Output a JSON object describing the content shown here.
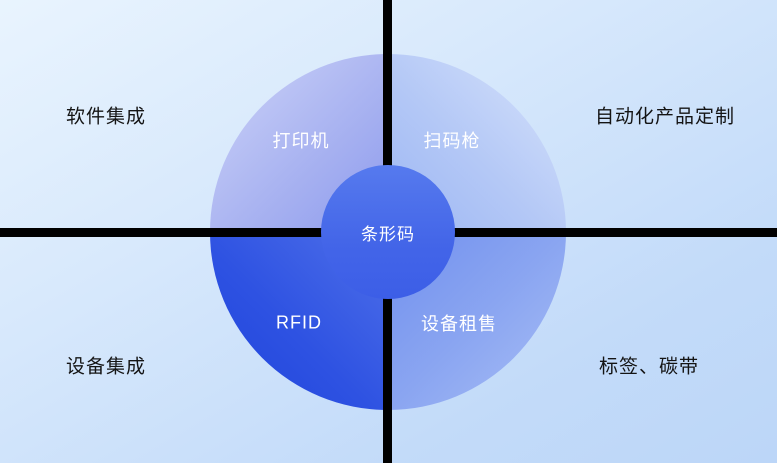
{
  "diagram": {
    "title": "barcode-business-quadrant-diagram",
    "center": {
      "label": "条形码",
      "color": "#4365e8",
      "text_color": "#ffffff"
    },
    "segments": [
      {
        "position": "top-left",
        "label": "打印机",
        "color": "#aab4f1"
      },
      {
        "position": "top-right",
        "label": "扫码枪",
        "color": "#b4c8f6"
      },
      {
        "position": "bottom-left",
        "label": "RFID",
        "color": "#2e52e2"
      },
      {
        "position": "bottom-right",
        "label": "设备租售",
        "color": "#8aa5f1"
      }
    ],
    "corners": [
      {
        "position": "top-left",
        "label": "软件集成"
      },
      {
        "position": "top-right",
        "label": "自动化产品定制"
      },
      {
        "position": "bottom-left",
        "label": "设备集成"
      },
      {
        "position": "bottom-right",
        "label": "标签、碳带"
      }
    ],
    "colors": {
      "divider": "#000000",
      "background_top": "#e9f4fe",
      "background_bottom": "#bcd6f8",
      "corner_text": "#141414",
      "segment_text": "#ffffff"
    }
  }
}
